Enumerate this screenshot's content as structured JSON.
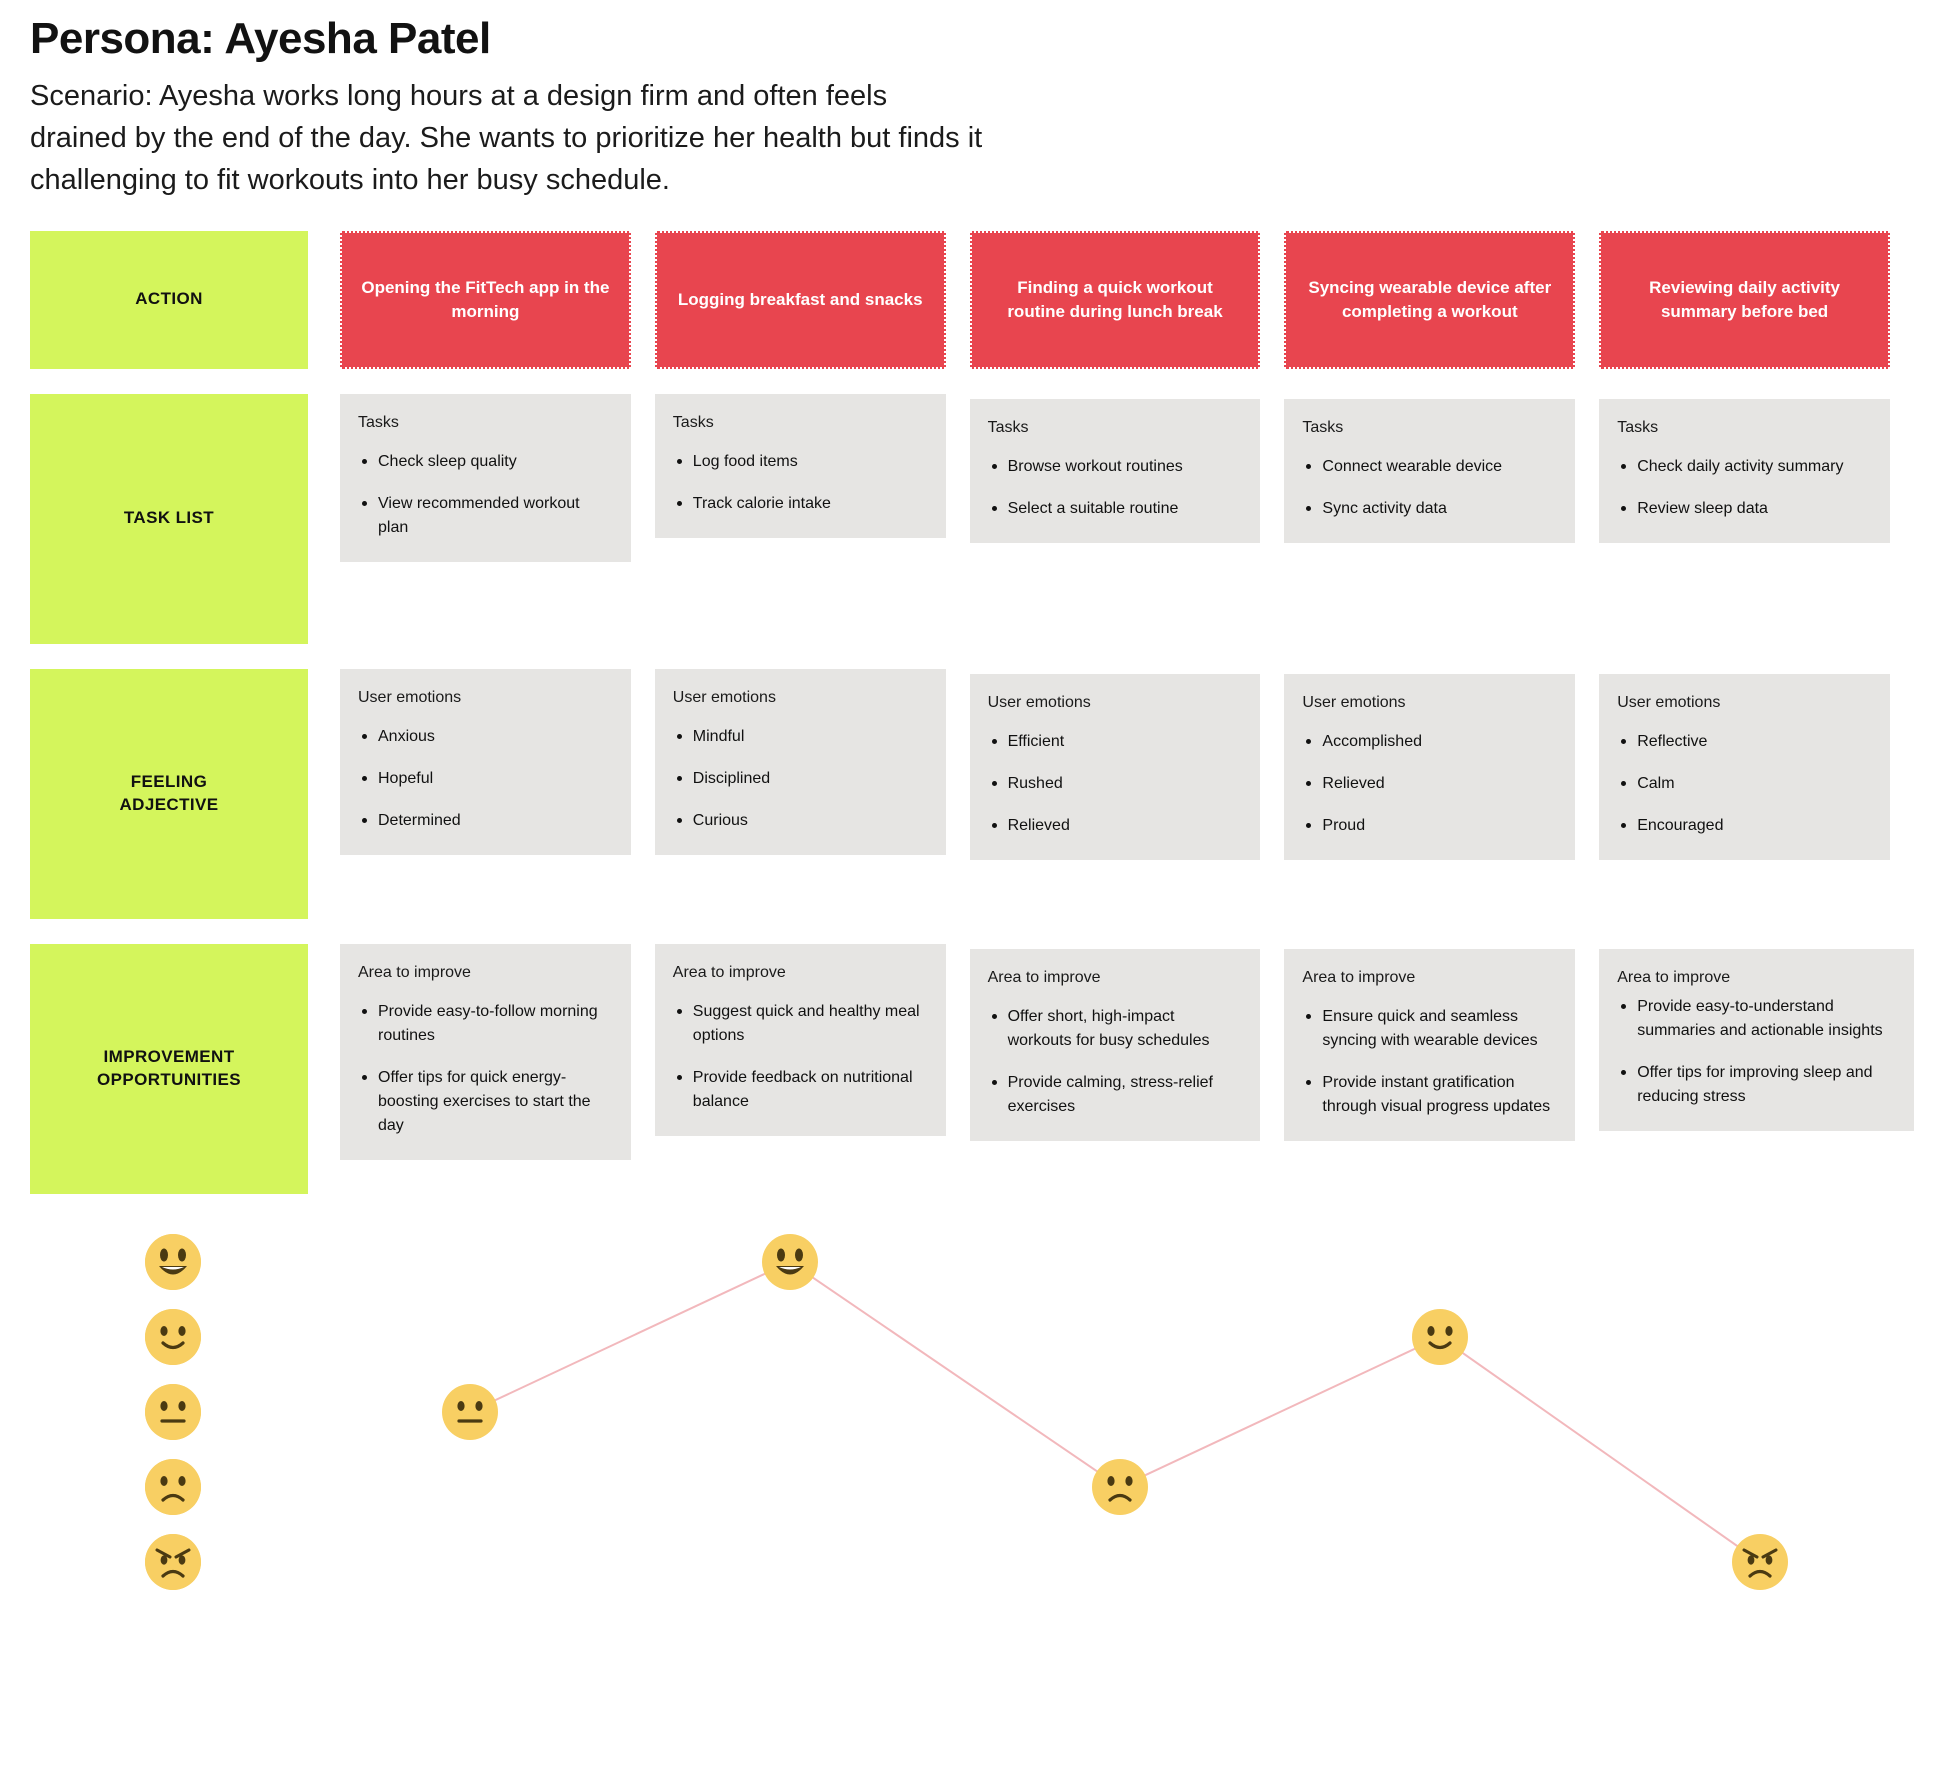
{
  "header": {
    "persona_title": "Persona: Ayesha Patel",
    "scenario": "Scenario: Ayesha works long hours at a design firm and often feels drained by the end of the day. She wants to prioritize her health but finds it challenging to fit workouts into her busy schedule."
  },
  "row_labels": {
    "action": "ACTION",
    "task_list": "TASK LIST",
    "feeling_adjective": "FEELING\nADJECTIVE",
    "improvement": "IMPROVEMENT\nOPPORTUNITIES"
  },
  "card_headings": {
    "tasks": "Tasks",
    "emotions": "User emotions",
    "improve": "Area to improve"
  },
  "colors": {
    "label_green": "#D4F55C",
    "action_red": "#E8454F",
    "note_gray": "#E6E5E3",
    "line_pink": "#F2B8BC",
    "emoji_yellow": "#F8CF63"
  },
  "stages": [
    {
      "action": "Opening the FitTech app in the morning",
      "tasks": [
        "Check sleep quality",
        "View recommended workout plan"
      ],
      "emotions": [
        "Anxious",
        "Hopeful",
        "Determined"
      ],
      "improvements": [
        "Provide easy-to-follow morning routines",
        "Offer tips for quick energy-boosting exercises to start the day"
      ]
    },
    {
      "action": "Logging breakfast and snacks",
      "tasks": [
        "Log food items",
        "Track calorie intake"
      ],
      "emotions": [
        "Mindful",
        "Disciplined",
        "Curious"
      ],
      "improvements": [
        "Suggest quick and healthy meal options",
        "Provide feedback on nutritional balance"
      ]
    },
    {
      "action": "Finding a quick workout routine during lunch break",
      "tasks": [
        "Browse workout routines",
        "Select a suitable routine"
      ],
      "emotions": [
        "Efficient",
        "Rushed",
        "Relieved"
      ],
      "improvements": [
        "Offer short, high-impact workouts for busy schedules",
        "Provide calming, stress-relief exercises"
      ]
    },
    {
      "action": "Syncing wearable device after completing a workout",
      "tasks": [
        "Connect wearable device",
        "Sync activity data"
      ],
      "emotions": [
        "Accomplished",
        "Relieved",
        "Proud"
      ],
      "improvements": [
        "Ensure quick and seamless syncing with wearable devices",
        "Provide instant gratification through visual progress updates"
      ]
    },
    {
      "action": "Reviewing daily activity summary before bed",
      "tasks": [
        "Check daily activity summary",
        "Review sleep data"
      ],
      "emotions": [
        "Reflective",
        "Calm",
        "Encouraged"
      ],
      "improvements": [
        "Provide easy-to-understand summaries and actionable insights",
        "Offer tips for improving sleep and reducing stress"
      ]
    }
  ],
  "chart_data": {
    "type": "line",
    "title": "",
    "xlabel": "",
    "ylabel": "",
    "scale_labels": [
      "very-happy",
      "happy",
      "neutral",
      "sad",
      "angry"
    ],
    "scale_levels": [
      1,
      2,
      3,
      4,
      5
    ],
    "categories": [
      "Opening the FitTech app in the morning",
      "Logging breakfast and snacks",
      "Finding a quick workout routine during lunch break",
      "Syncing wearable device after completing a workout",
      "Reviewing daily activity summary before bed"
    ],
    "values": [
      3,
      1,
      4,
      2,
      5
    ],
    "emoji_by_stage": [
      "neutral",
      "very-happy",
      "sad",
      "happy",
      "angry"
    ],
    "ylim": [
      1,
      5
    ],
    "grid": false,
    "legend": "none"
  }
}
